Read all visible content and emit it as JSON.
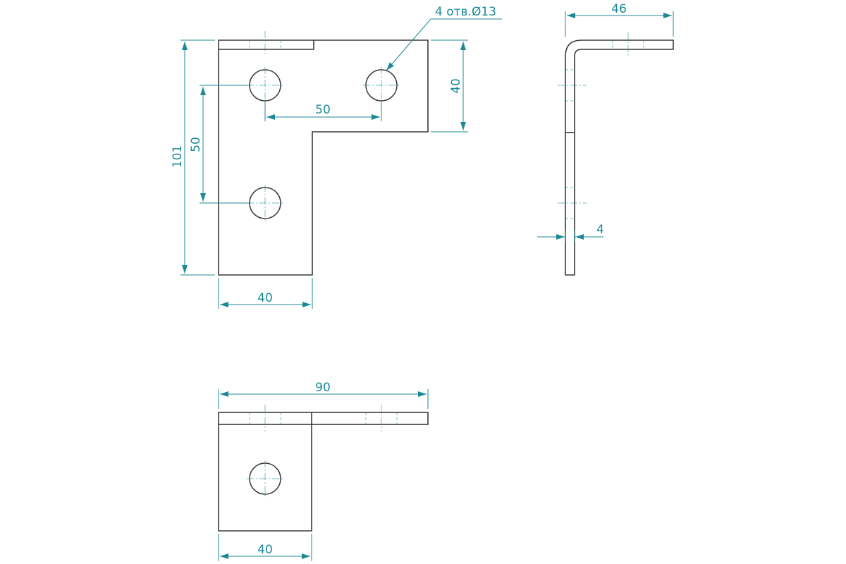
{
  "colors": {
    "outline": "#3a3a3a",
    "dimension": "#1c8a96",
    "background": "#ffffff"
  },
  "front_view": {
    "dim_total_height": "101",
    "dim_hole_vertical_spacing": "50",
    "dim_hole_horizontal_spacing": "50",
    "dim_arm_height": "40",
    "dim_bottom_width": "40",
    "hole_callout": "4 отв.Ø13"
  },
  "side_view": {
    "dim_flange_width": "46",
    "dim_thickness": "4"
  },
  "top_view": {
    "dim_total_width": "90",
    "dim_bottom_width": "40"
  }
}
